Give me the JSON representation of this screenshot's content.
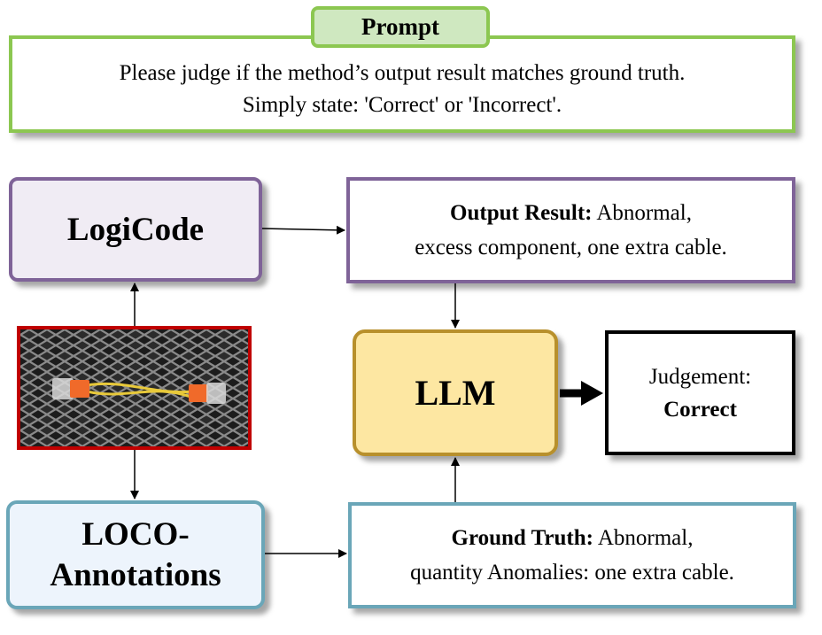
{
  "prompt": {
    "title": "Prompt",
    "line1": "Please judge if the method’s output result matches ground truth.",
    "line2": "Simply state: 'Correct' or 'Incorrect'."
  },
  "logicode": {
    "label": "LogiCode"
  },
  "output_result": {
    "label": "Output Result:",
    "value_line1": " Abnormal,",
    "value_line2": "excess component, one extra cable."
  },
  "llm": {
    "label": "LLM"
  },
  "judgement": {
    "label": "Judgement:",
    "value": "Correct"
  },
  "loco": {
    "line1": "LOCO-",
    "line2": "Annotations"
  },
  "ground_truth": {
    "label": "Ground Truth:",
    "value_line1": " Abnormal,",
    "value_line2": "quantity Anomalies: one extra cable."
  },
  "colors": {
    "prompt_border": "#8cc751",
    "logicode_border": "#7f6398",
    "llm_border": "#b8902c",
    "llm_fill": "#fde7a2",
    "loco_border": "#6aa6b8",
    "image_border": "#c00000"
  }
}
